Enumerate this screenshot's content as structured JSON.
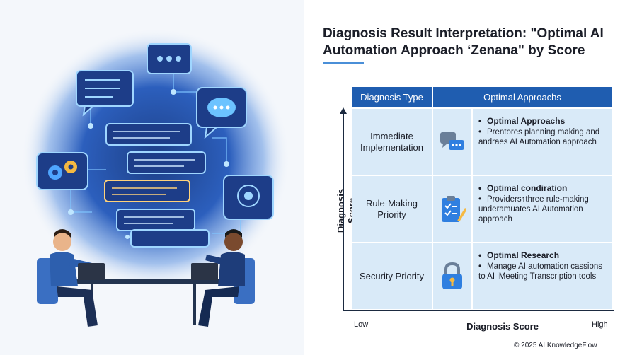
{
  "title": "Diagnosis Result Interpretation: \"Optimal AI Automation Approach ‘Zenana\" by Score",
  "table": {
    "header_type": "Diagnosis Type",
    "header_approach": "Optimal Approachs",
    "rows": [
      {
        "type": "Immediate Implementation",
        "heading": "Optimal Approachs",
        "body": "Prentores planning making and andraes AI Automation approach",
        "icon": "chat-bubbles-icon"
      },
      {
        "type": "Rule-Making Priority",
        "heading": "Optimal condiration",
        "body": "Providers↑three rule-making underamuates AI Automation approach",
        "icon": "clipboard-pencil-icon"
      },
      {
        "type": "Security Priority",
        "heading": "Optimal Research",
        "body": "Manage AI automation cassions to AI iMeeting Transcription tools",
        "icon": "padlock-icon"
      }
    ]
  },
  "axes": {
    "ylabel": "Diagnosis Score",
    "xlabel": "Diagnosis Score",
    "x_low": "Low",
    "x_high": "High"
  },
  "credit": "© 2025 AI KnowledgeFlow",
  "colors": {
    "header": "#1f5db0",
    "cell": "#d9eaf8",
    "accent": "#4a8fd8",
    "navy": "#1b2a40"
  }
}
